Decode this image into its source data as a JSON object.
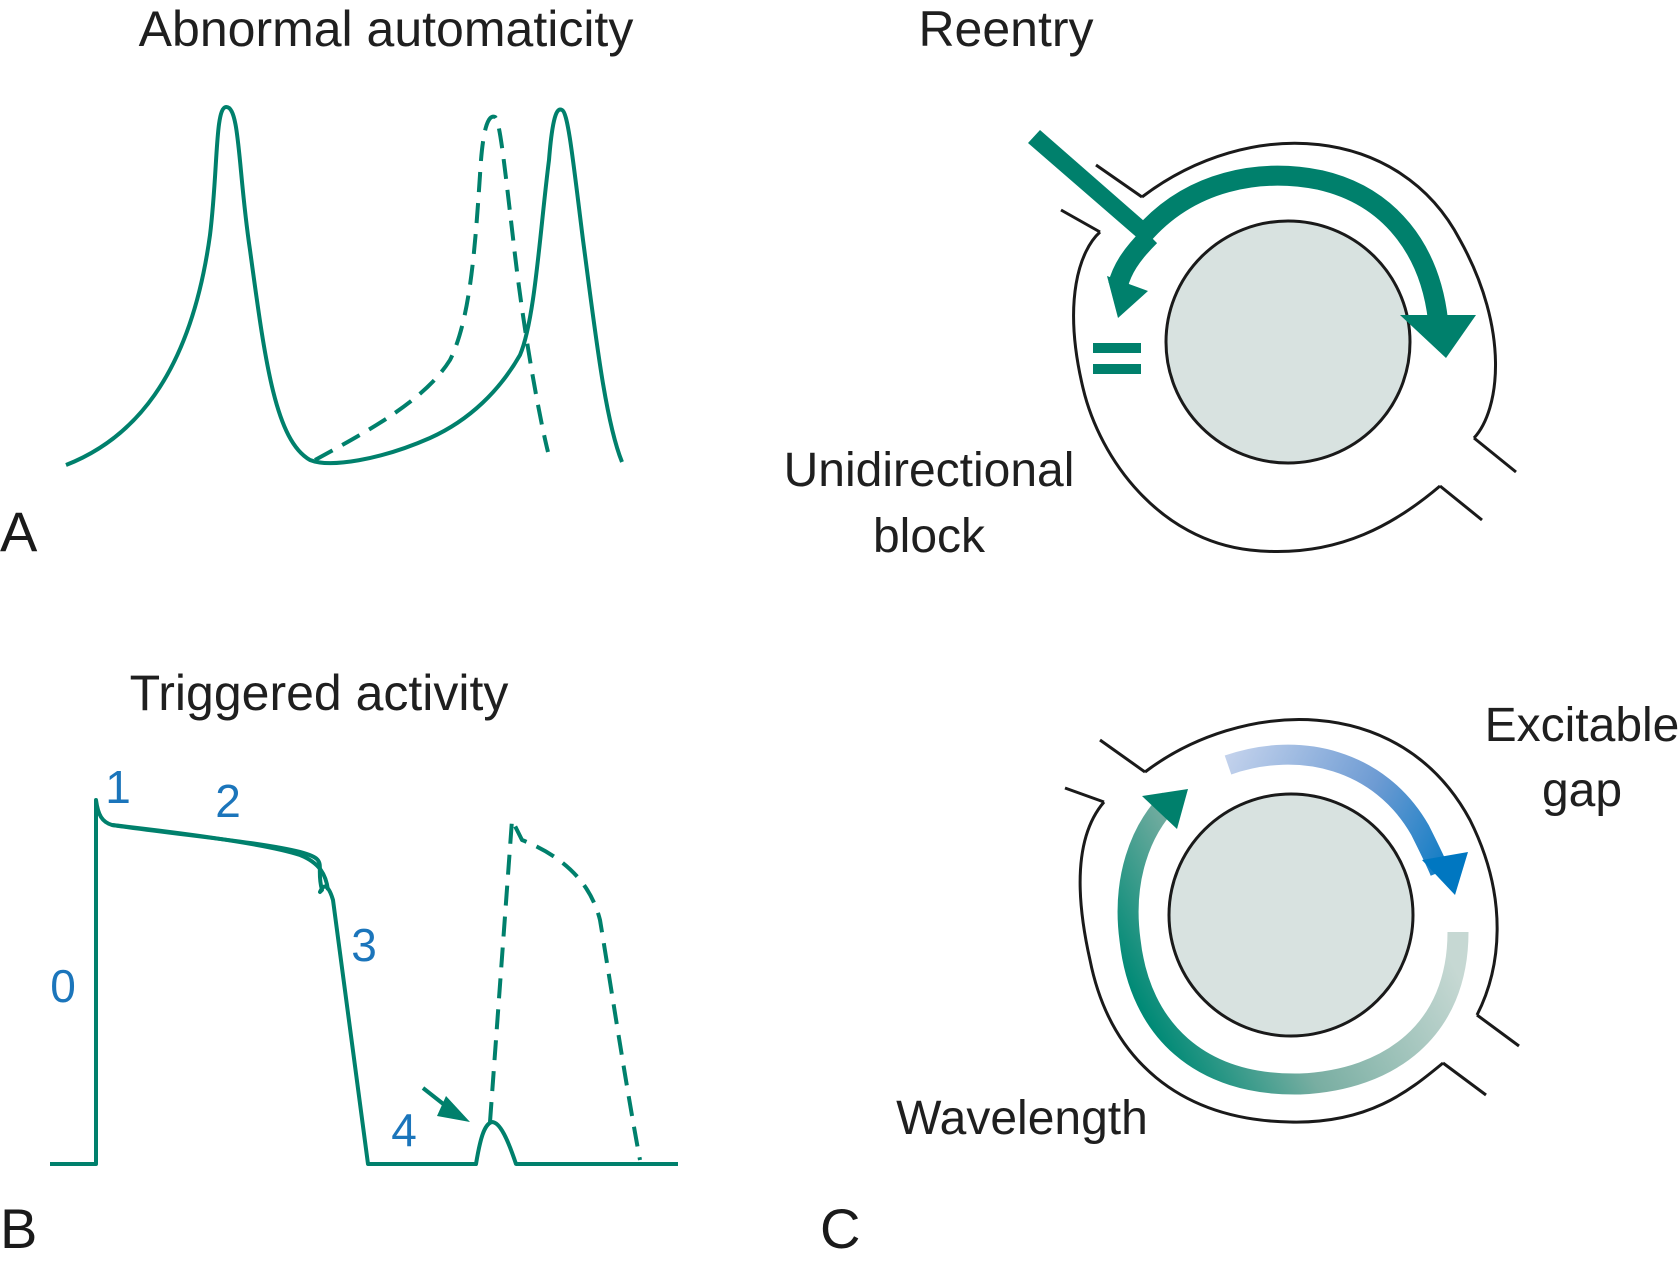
{
  "figure": {
    "panels": {
      "A": {
        "letter": "A",
        "title": "Abnormal automaticity",
        "traces": [
          {
            "name": "normal-automatic-action-potential",
            "style": "solid"
          },
          {
            "name": "enhanced-automaticity-action-potential",
            "style": "dashed"
          }
        ]
      },
      "reentry": {
        "title": "Reentry",
        "block_label_line1": "Unidirectional",
        "block_label_line2": "block"
      },
      "B": {
        "letter": "B",
        "title": "Triggered activity",
        "phases": [
          "0",
          "1",
          "2",
          "3",
          "4"
        ],
        "traces": [
          {
            "name": "ventricular-action-potential",
            "style": "solid"
          },
          {
            "name": "afterdepolarization-triggered-beat",
            "style": "dashed"
          }
        ]
      },
      "C": {
        "letter": "C",
        "excitable_gap_line1": "Excitable",
        "excitable_gap_line2": "gap",
        "wavelength_label": "Wavelength"
      }
    },
    "colors": {
      "trace": "#00806c",
      "phase_label": "#1b75bb",
      "core_fill": "#d8e2e0",
      "outline": "#1a1a1a",
      "excitable_gap_start": "#c3d2ec",
      "excitable_gap_end": "#0077c1",
      "wavelength_start": "#c6d8d3",
      "wavelength_end": "#008a76"
    }
  }
}
